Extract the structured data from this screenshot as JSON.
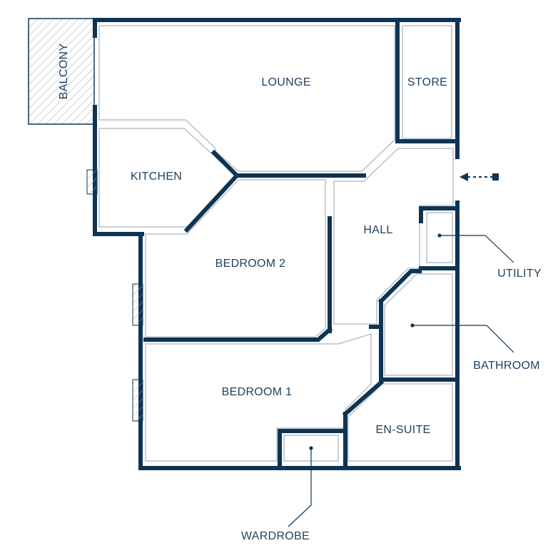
{
  "colors": {
    "wall": "#0e3454",
    "inner_line": "#b7c1ca",
    "text": "#1f3f5c",
    "hatch": "#9aa7b3",
    "background": "#ffffff"
  },
  "rooms": {
    "balcony": "BALCONY",
    "lounge": "LOUNGE",
    "store": "STORE",
    "kitchen": "KITCHEN",
    "hall": "HALL",
    "bedroom2": "BEDROOM 2",
    "bedroom1": "BEDROOM 1",
    "en_suite": "EN-SUITE"
  },
  "callouts": {
    "utility": "UTILITY",
    "bathroom": "BATHROOM",
    "wardrobe": "WARDROBE"
  },
  "icons": {
    "entrance": "entrance-arrow-icon",
    "window": "window-hatch-icon"
  }
}
